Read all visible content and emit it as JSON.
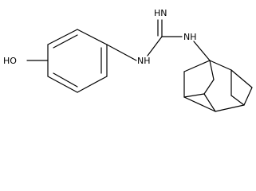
{
  "molecule": {
    "atoms": {
      "hydroxyl": "HO",
      "imine": "HN",
      "amine_aryl": "NH",
      "amine_adamantyl": "NH"
    },
    "colors": {
      "bond": "#000000",
      "label": "#000000",
      "background": "#ffffff"
    }
  }
}
